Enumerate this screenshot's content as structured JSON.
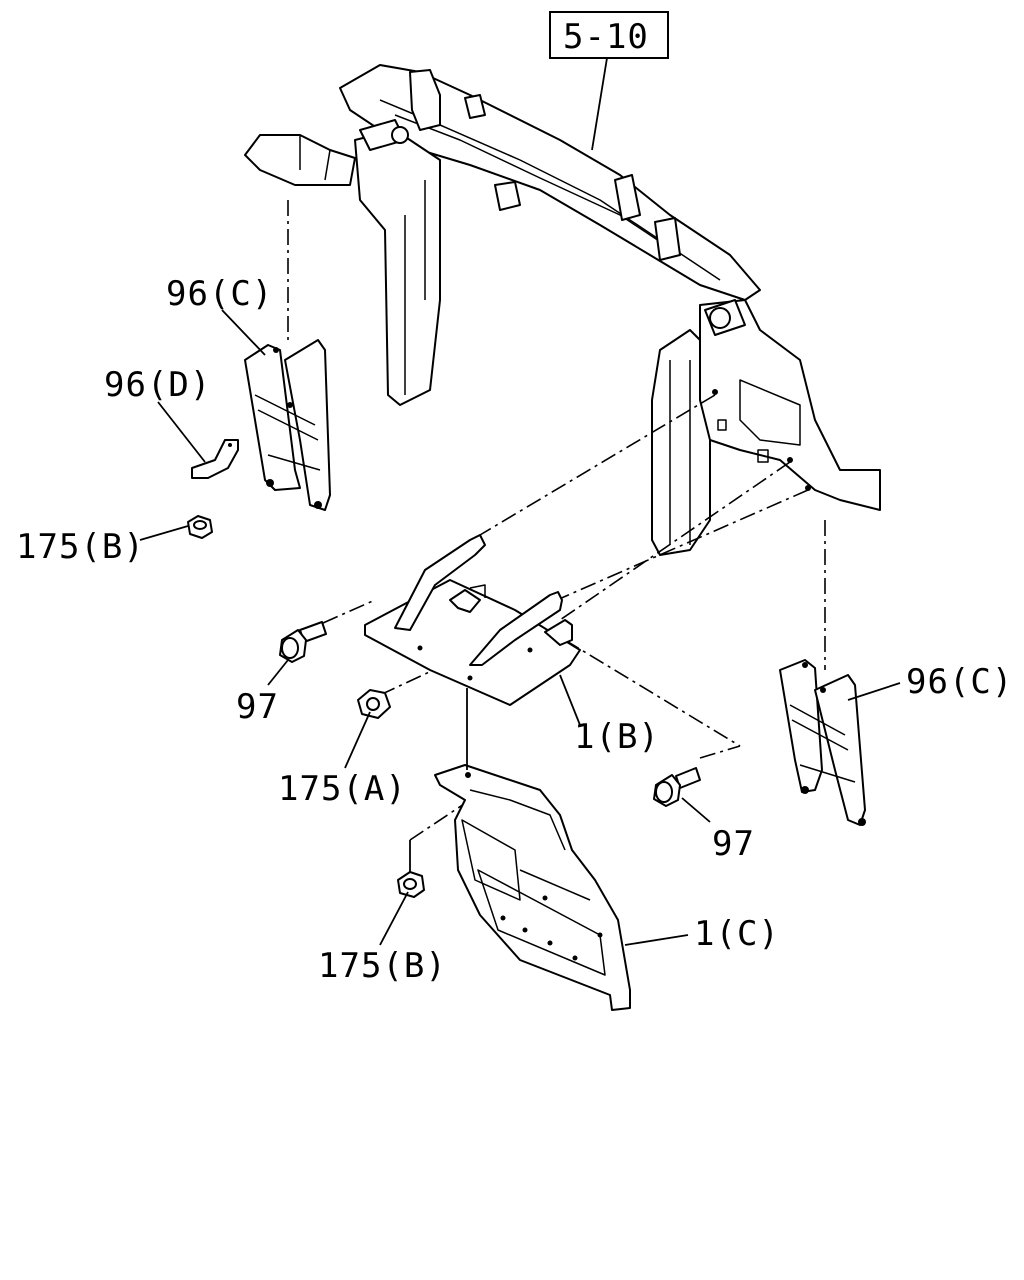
{
  "diagram": {
    "reference": "5-10",
    "callouts": {
      "bracket_upper_left": "96(C)",
      "clip_left": "96(D)",
      "nut_upper_left": "175(B)",
      "bolt_left": "97",
      "nut_center": "175(A)",
      "plate_center": "1(B)",
      "bracket_right": "96(C)",
      "bolt_right": "97",
      "nut_lower": "175(B)",
      "panel_lower": "1(C)"
    }
  }
}
